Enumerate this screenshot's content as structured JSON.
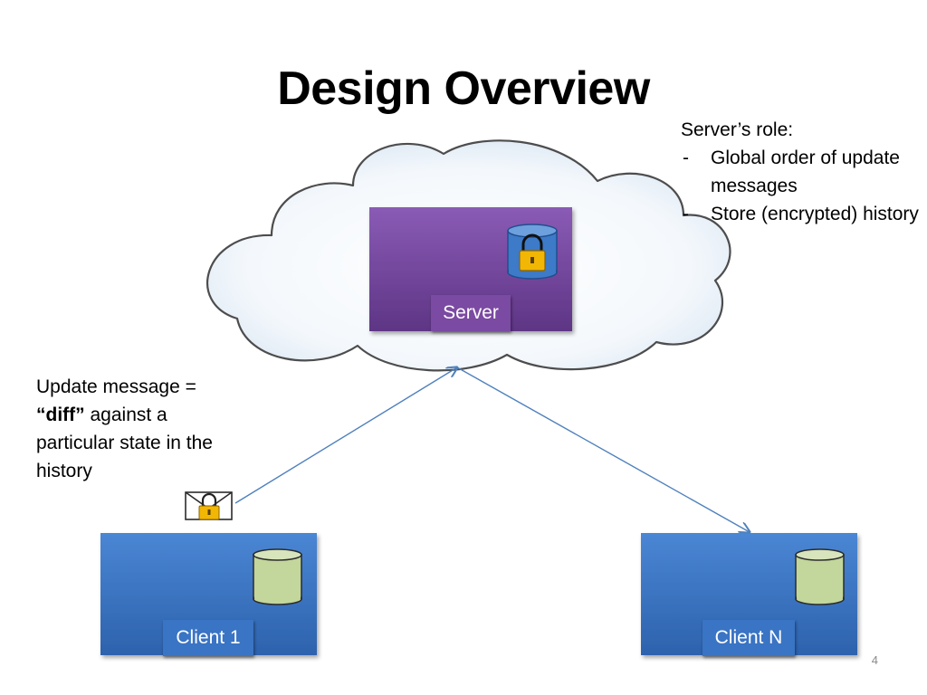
{
  "slide": {
    "title": "Design Overview",
    "page_number": "4"
  },
  "server_role": {
    "heading": "Server’s role:",
    "items": [
      {
        "dash": "-",
        "text": "Global order of update messages"
      },
      {
        "dash": "-",
        "text": "Store (encrypted) history"
      }
    ]
  },
  "update_message": {
    "line_start": "Update message =",
    "bold_term": "“diff”",
    "line_rest": " against a particular state in the history"
  },
  "nodes": {
    "server": {
      "label": "Server"
    },
    "client_1": {
      "label": "Client 1"
    },
    "client_n": {
      "label": "Client N"
    }
  },
  "icons": {
    "server_storage": "encrypted-database-icon",
    "client_storage": "database-icon",
    "message": "locked-envelope-icon"
  },
  "colors": {
    "server": "#7b4aa2",
    "client": "#3a74c4",
    "database": "#c3d69b",
    "arrow": "#4f81bd",
    "lock": "#f2b705"
  }
}
